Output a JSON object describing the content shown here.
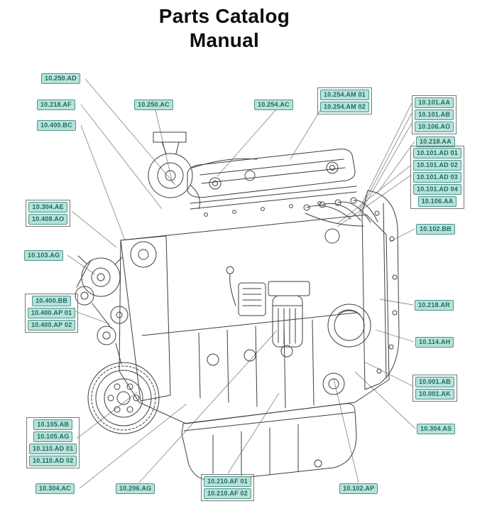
{
  "title": {
    "line1": "Parts Catalog",
    "line2": "Manual"
  },
  "colors": {
    "label_bg": "#b8e2d9",
    "label_border": "#4a968d",
    "label_text": "#1d6b62",
    "group_border": "#777777",
    "leader": "#8f8f8f",
    "ink": "#3f3f3f"
  },
  "labels": {
    "l10_250_AD": "10.250.AD",
    "l10_218_AF": "10.218.AF",
    "l10_400_BC": "10.400.BC",
    "l10_250_AC": "10.250.AC",
    "l10_254_AC": "10.254.AC",
    "l10_254_AM_01": "10.254.AM 01",
    "l10_254_AM_02": "10.254.AM 02",
    "l10_101_AA": "10.101.AA",
    "l10_101_AB": "10.101.AB",
    "l10_106_AO": "10.106.AO",
    "l10_218_AA": "10.218.AA",
    "l10_101_AD_01": "10.101.AD 01",
    "l10_101_AD_02": "10.101.AD 02",
    "l10_101_AD_03": "10.101.AD 03",
    "l10_101_AD_04": "10.101.AD 04",
    "l10_106_AA": "10.106.AA",
    "l10_102_BB": "10.102.BB",
    "l10_304_AE": "10.304.AE",
    "l10_408_AO": "10.408.AO",
    "l10_103_AG": "10.103.AG",
    "l10_400_BB": "10.400.BB",
    "l10_400_AP_01": "10.400.AP 01",
    "l10_400_AP_02": "10.400.AP 02",
    "l10_218_AR": "10.218.AR",
    "l10_114_AH": "10.114.AH",
    "l10_001_AB": "10.001.AB",
    "l10_001_AK": "10.001.AK",
    "l10_304_AS": "10.304.AS",
    "l10_105_AB": "10.105.AB",
    "l10_105_AG": "10.105.AG",
    "l10_110_AD_01": "10.110.AD 01",
    "l10_110_AD_02": "10.110.AD 02",
    "l10_304_AC": "10.304.AC",
    "l10_206_AG": "10.206.AG",
    "l10_210_AF_01": "10.210.AF 01",
    "l10_210_AF_02": "10.210.AF 02",
    "l10_102_AP": "10.102.AP"
  }
}
